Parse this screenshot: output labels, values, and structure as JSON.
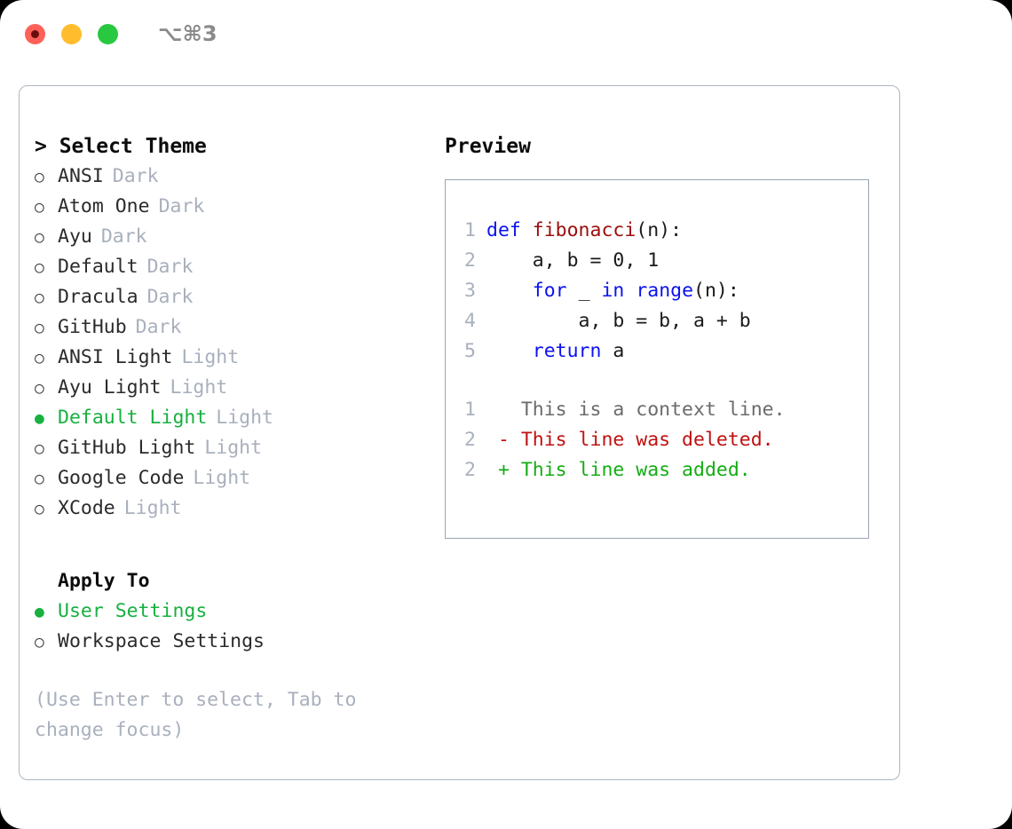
{
  "titlebar": {
    "shortcut": "⌥⌘3",
    "lights": [
      {
        "name": "close",
        "color": "#ff6159"
      },
      {
        "name": "minimize",
        "color": "#ffbd2e"
      },
      {
        "name": "zoom",
        "color": "#28c840"
      }
    ]
  },
  "theme_section": {
    "heading": "> Select Theme",
    "bullet_unselected": "○",
    "bullet_selected": "●",
    "items": [
      {
        "label": "ANSI",
        "kind": "Dark",
        "selected": false
      },
      {
        "label": "Atom One",
        "kind": "Dark",
        "selected": false
      },
      {
        "label": "Ayu",
        "kind": "Dark",
        "selected": false
      },
      {
        "label": "Default",
        "kind": "Dark",
        "selected": false
      },
      {
        "label": "Dracula",
        "kind": "Dark",
        "selected": false
      },
      {
        "label": "GitHub",
        "kind": "Dark",
        "selected": false
      },
      {
        "label": "ANSI Light",
        "kind": "Light",
        "selected": false
      },
      {
        "label": "Ayu Light",
        "kind": "Light",
        "selected": false
      },
      {
        "label": "Default Light",
        "kind": "Light",
        "selected": true
      },
      {
        "label": "GitHub Light",
        "kind": "Light",
        "selected": false
      },
      {
        "label": "Google Code",
        "kind": "Light",
        "selected": false
      },
      {
        "label": "XCode",
        "kind": "Light",
        "selected": false
      }
    ]
  },
  "apply_section": {
    "heading": "Apply To",
    "items": [
      {
        "label": "User Settings",
        "selected": true
      },
      {
        "label": "Workspace Settings",
        "selected": false
      }
    ]
  },
  "hint": "(Use Enter to select, Tab to change focus)",
  "preview": {
    "heading": "Preview",
    "code_lines": [
      {
        "num": "1",
        "segments": [
          {
            "text": "def ",
            "style": "kw"
          },
          {
            "text": "fibonacci",
            "style": "fn"
          },
          {
            "text": "(n):",
            "style": "plain"
          }
        ]
      },
      {
        "num": "2",
        "segments": [
          {
            "text": "    a, b = 0, 1",
            "style": "plain"
          }
        ]
      },
      {
        "num": "3",
        "segments": [
          {
            "text": "    ",
            "style": "plain"
          },
          {
            "text": "for",
            "style": "kw"
          },
          {
            "text": " _ ",
            "style": "plain"
          },
          {
            "text": "in",
            "style": "kw"
          },
          {
            "text": " ",
            "style": "plain"
          },
          {
            "text": "range",
            "style": "kw"
          },
          {
            "text": "(n):",
            "style": "plain"
          }
        ]
      },
      {
        "num": "4",
        "segments": [
          {
            "text": "        a, b = b, a + b",
            "style": "plain"
          }
        ]
      },
      {
        "num": "5",
        "segments": [
          {
            "text": "    ",
            "style": "plain"
          },
          {
            "text": "return",
            "style": "kw"
          },
          {
            "text": " a",
            "style": "plain"
          }
        ]
      }
    ],
    "diff_lines": [
      {
        "num": "1",
        "sign": " ",
        "text": "This is a context line.",
        "kind": "context"
      },
      {
        "num": "2",
        "sign": "-",
        "text": "This line was deleted.",
        "kind": "deleted"
      },
      {
        "num": "2",
        "sign": "+",
        "text": "This line was added.",
        "kind": "added"
      }
    ]
  },
  "colors": {
    "accent_green": "#18b040",
    "keyword_blue": "#0b12f0",
    "function_red": "#9b0d0d",
    "muted_gray": "#a9b0bd",
    "diff_add": "#14ad14",
    "diff_del": "#c01111",
    "border": "#aeb6c2"
  }
}
